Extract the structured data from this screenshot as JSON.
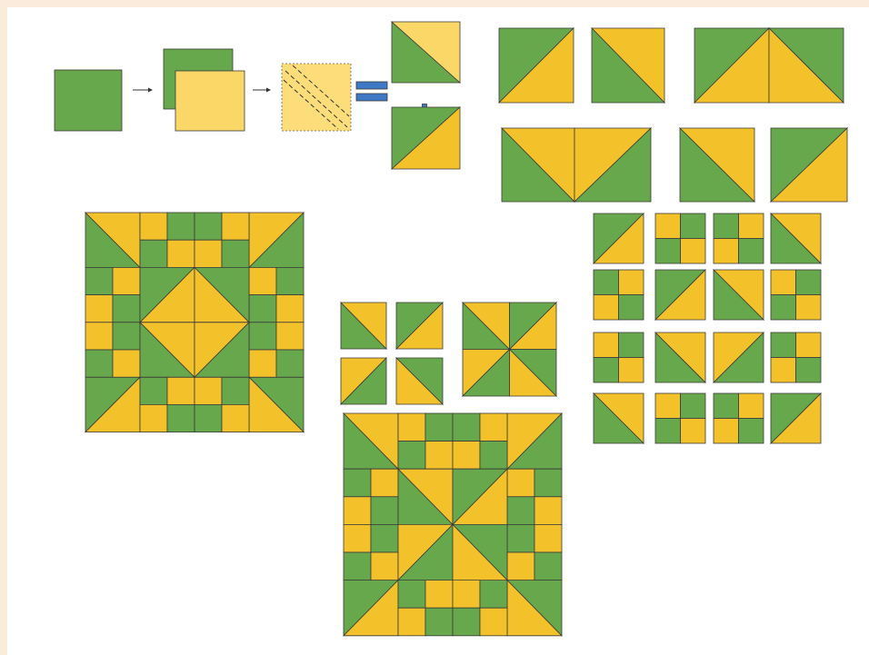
{
  "colors": {
    "green": "#68a84c",
    "yellow": "#f3c12a",
    "light_yellow": "#fbd768",
    "dashed_bg": "#fddc7a",
    "equals_blue": "#3f78c4",
    "border": "#3a3a3a",
    "page_bg": "#fbebdd"
  },
  "icons": [
    "arrow-right-icon",
    "equals-sign-icon",
    "plus-sign-icon"
  ],
  "patterns": {
    "hst": {
      "gy": {
        "tl": "g",
        "br": "y",
        "dir": "nesw"
      },
      "yg": {
        "tl": "y",
        "br": "g",
        "dir": "nesw"
      },
      "gY": {
        "tr": "g",
        "bl": "y",
        "dir": "nwse"
      },
      "Yg": {
        "tr": "y",
        "bl": "g",
        "dir": "nwse"
      }
    },
    "four_patch": {
      "A": [
        "g",
        "y",
        "y",
        "g"
      ],
      "B": [
        "y",
        "g",
        "g",
        "y"
      ]
    }
  }
}
